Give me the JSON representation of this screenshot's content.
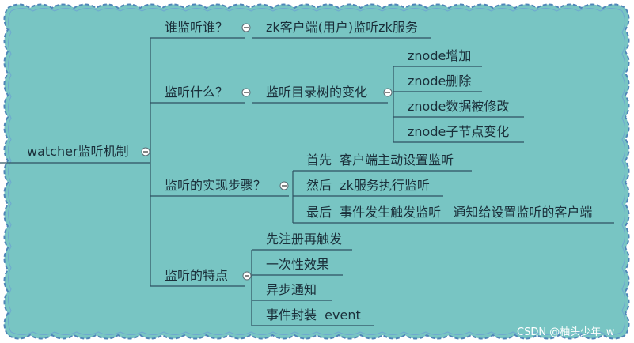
{
  "root": {
    "label": "watcher监听机制"
  },
  "branches": [
    {
      "label": "谁监听谁？",
      "children": [
        "zk客户端(用户)监听zk服务"
      ]
    },
    {
      "label": "监听什么？",
      "children": [
        {
          "label": "监听目录树的变化",
          "children": [
            "znode增加",
            "znode删除",
            "znode数据被修改",
            "znode子节点变化"
          ]
        }
      ]
    },
    {
      "label": "监听的实现步骤？",
      "children": [
        "首先  客户端主动设置监听",
        "然后  zk服务执行监听",
        "最后  事件发生触发监听   通知给设置监听的客户端"
      ]
    },
    {
      "label": "监听的特点",
      "children": [
        "先注册再触发",
        "一次性效果",
        "异步通知",
        "事件封装  event"
      ]
    }
  ],
  "watermark": "CSDN @柚头少年_w",
  "colors": {
    "background": "#78c5c3",
    "frame_stroke": "#4f86b8",
    "line": "#2f5262",
    "text": "#1a2f3a"
  }
}
